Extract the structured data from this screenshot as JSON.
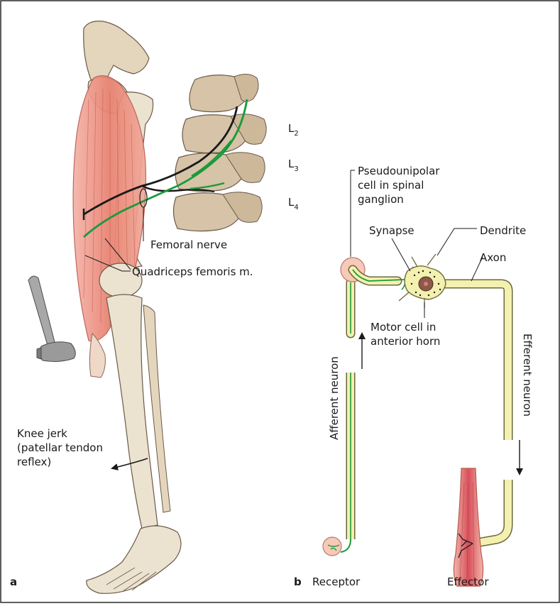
{
  "panel_a": {
    "letter": "a",
    "vertebra_levels": {
      "l2": {
        "base": "L",
        "sub": "2"
      },
      "l3": {
        "base": "L",
        "sub": "3"
      },
      "l4": {
        "base": "L",
        "sub": "4"
      }
    },
    "femoral_nerve_label": "Femoral nerve",
    "quadriceps_label": "Quadriceps femoris m.",
    "knee_jerk_lines": [
      "Knee jerk",
      "(patellar tendon",
      "reflex)"
    ]
  },
  "panel_b": {
    "letter": "b",
    "pseudounipolar_lines": [
      "Pseudounipolar",
      "cell in spinal",
      "ganglion"
    ],
    "synapse_label": "Synapse",
    "dendrite_label": "Dendrite",
    "axon_label": "Axon",
    "motor_cell_lines": [
      "Motor cell in",
      "anterior horn"
    ],
    "afferent_label": "Afferent neuron",
    "efferent_label": "Efferent neuron",
    "receptor_label": "Receptor",
    "effector_label": "Effector"
  },
  "colors": {
    "nerve_green": "#1a9a3a",
    "motor_black": "#1a1a1a",
    "muscle_red": "#e07a70",
    "bone": "#e8dcc8",
    "vertebra": "#d6c3a8",
    "fiber_yellow": "#f4f0b0",
    "ganglion_pink": "#f6c9b8"
  }
}
